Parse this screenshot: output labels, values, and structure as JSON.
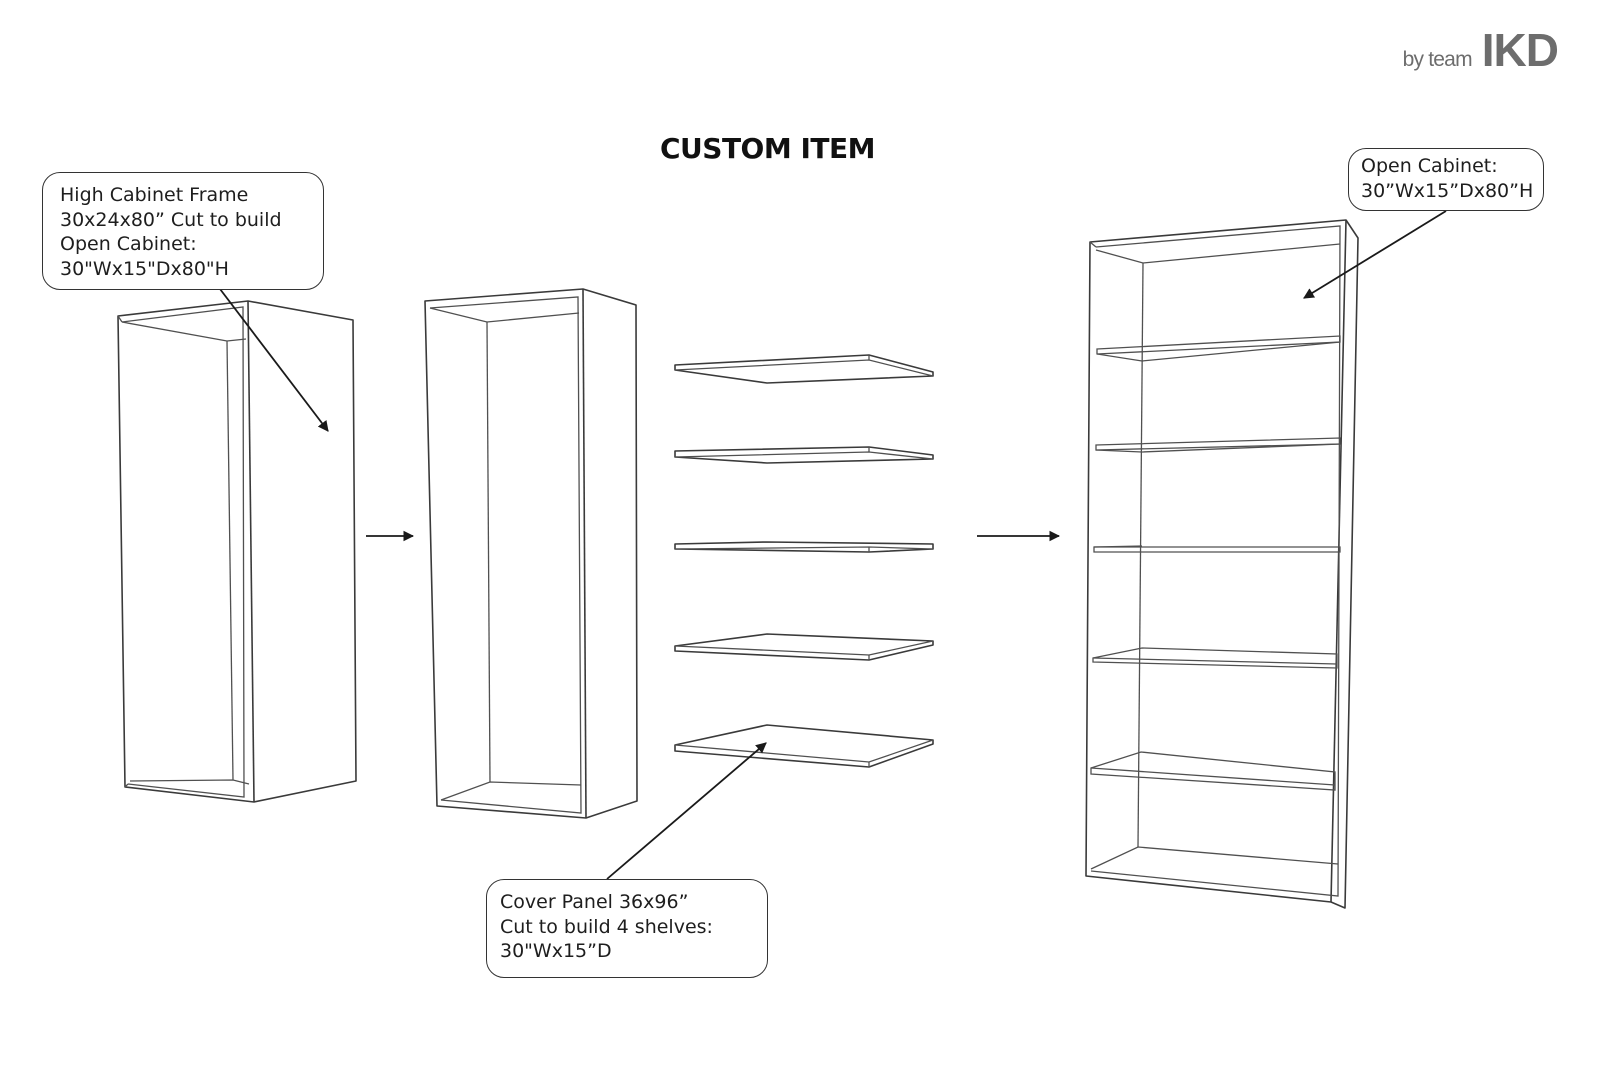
{
  "brand": {
    "prefix": "by team",
    "logo": "IKD"
  },
  "title": "CUSTOM ITEM",
  "callouts": {
    "high_cabinet": {
      "lines": [
        "High Cabinet Frame",
        "30x24x80” Cut to build",
        "Open Cabinet:",
        "30\"Wx15\"Dx80\"H"
      ]
    },
    "open_cabinet": {
      "lines": [
        "Open Cabinet:",
        "30”Wx15”Dx80”H"
      ]
    },
    "cover_panel": {
      "lines": [
        "Cover Panel 36x96”",
        "Cut to build 4 shelves:",
        "30\"Wx15”D"
      ]
    }
  },
  "diagram": {
    "steps": [
      "high-cabinet-frame",
      "cut-cabinet-frame",
      "shelves",
      "assembled-open-cabinet"
    ],
    "shelf_count": 5,
    "assembled_shelf_count": 5
  }
}
